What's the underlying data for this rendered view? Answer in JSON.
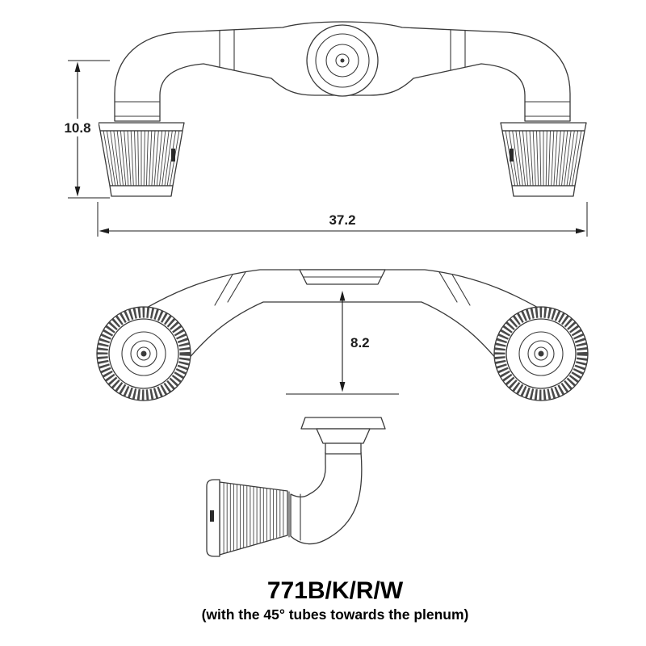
{
  "colors": {
    "background": "#ffffff",
    "line": "#3a3a3a",
    "ink": "#1c1c1c"
  },
  "dimensions": {
    "height": "10.8",
    "width": "37.2",
    "depth": "8.2"
  },
  "footer": {
    "title": "771B/K/R/W",
    "subtitle": "(with the 45° tubes towards the plenum)"
  }
}
